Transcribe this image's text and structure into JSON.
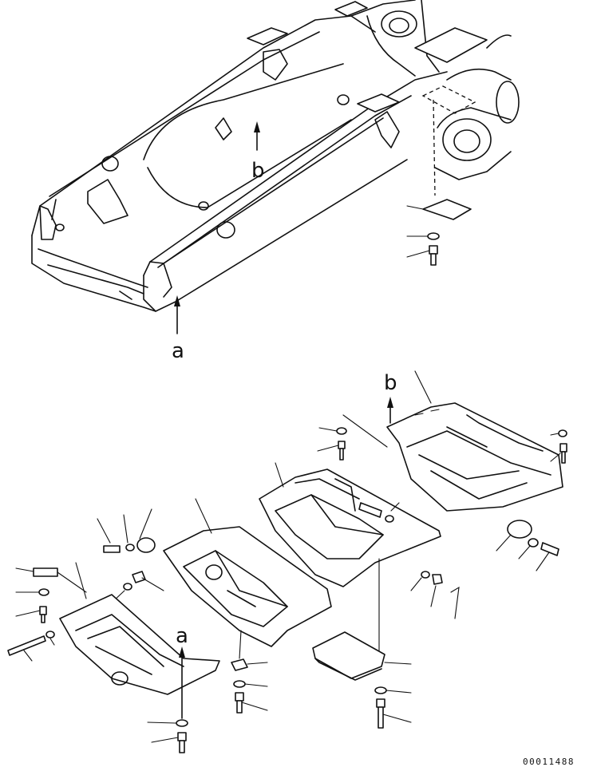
{
  "diagram": {
    "labels": {
      "a_upper": "a",
      "b_upper": "b",
      "a_lower": "a",
      "b_lower": "b"
    },
    "drawing_code": "00011488"
  }
}
